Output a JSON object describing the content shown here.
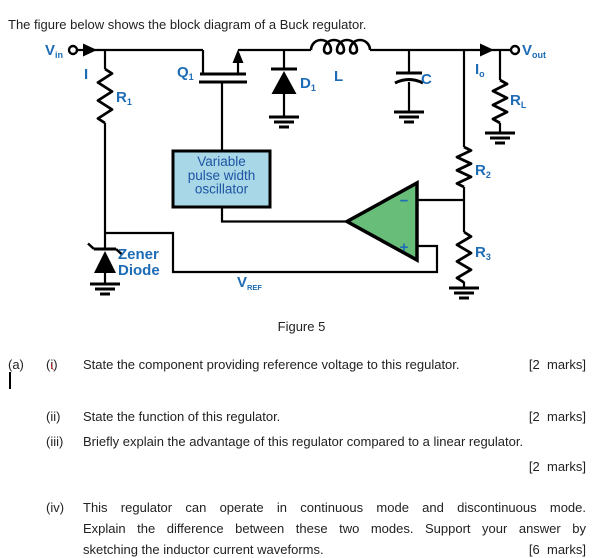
{
  "intro": "The figure below shows the block diagram of a Buck regulator.",
  "figure_caption": "Figure 5",
  "colors": {
    "label_blue": "#1d6cb5",
    "box_fill": "#a8d7e8",
    "box_text": "#1e55a3",
    "comparator_green": "#68bd79",
    "wire": "#000000"
  },
  "circuit": {
    "labels": {
      "vin": {
        "main": "V",
        "sub": "in"
      },
      "current_in": {
        "main": "I",
        "sub": ""
      },
      "r1": {
        "main": "R",
        "sub": "1"
      },
      "q1": {
        "main": "Q",
        "sub": "1"
      },
      "d1": {
        "main": "D",
        "sub": "1"
      },
      "inductor": {
        "main": "L",
        "sub": ""
      },
      "cap": {
        "main": "C",
        "sub": ""
      },
      "io": {
        "main": "I",
        "sub": "o"
      },
      "vout": {
        "main": "V",
        "sub": "out"
      },
      "rl": {
        "main": "R",
        "sub": "L"
      },
      "r2": {
        "main": "R",
        "sub": "2"
      },
      "r3": {
        "main": "R",
        "sub": "3"
      },
      "vref": {
        "main": "V",
        "sub": "REF"
      },
      "zener_line1": "Zener",
      "zener_line2": "Diode",
      "minus": "−",
      "plus": "+"
    },
    "oscillator_box": {
      "line1": "Variable",
      "line2": "pulse width",
      "line3": "oscillator"
    }
  },
  "questions": {
    "part": "(a)",
    "items": [
      {
        "num": "(i)",
        "text": "State the component providing reference voltage to this regulator.",
        "marks": "[2  marks]"
      },
      {
        "num": "(ii)",
        "text": "State the function of this regulator.",
        "marks": "[2  marks]"
      },
      {
        "num": "(iii)",
        "text": "Briefly explain the advantage of this regulator compared to a linear regulator.",
        "marks": "[2  marks]"
      },
      {
        "num": "(iv)",
        "line1": "This regulator can operate in continuous mode and discontinuous mode.",
        "line2": "Explain the difference between these two modes. Support your answer by",
        "line3": "sketching the inductor current waveforms.",
        "marks": "[6  marks]"
      }
    ]
  }
}
